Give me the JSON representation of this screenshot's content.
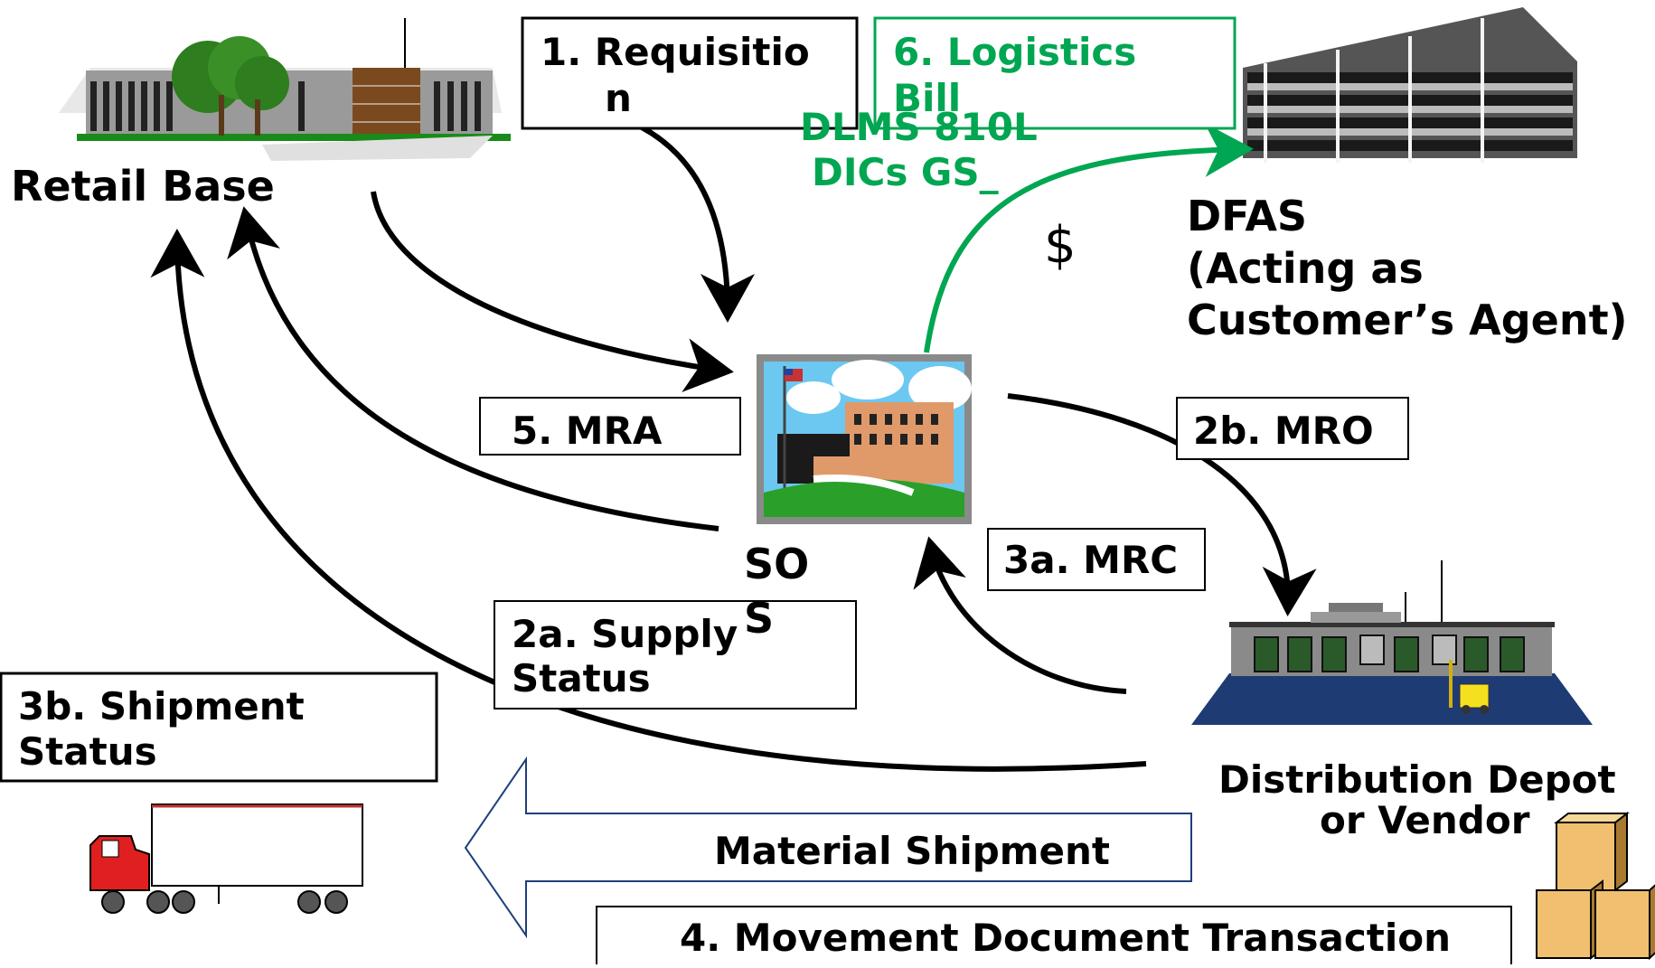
{
  "nodes": {
    "retail_base": "Retail Base",
    "dfas": [
      "DFAS",
      "(Acting as",
      "Customer’s Agent)"
    ],
    "sos": [
      "SO",
      "S"
    ],
    "depot": [
      "Distribution Depot",
      "or Vendor"
    ]
  },
  "steps": {
    "requisition": [
      "1.  Requisitio",
      "n"
    ],
    "logistics_bill": [
      "6. Logistics",
      "Bill"
    ],
    "dlms": [
      "DLMS  810L",
      "DICs GS_"
    ],
    "dollar": "$",
    "mra": "5.  MRA",
    "mro": "2b. MRO",
    "mrc": "3a. MRC",
    "supply_status": [
      "2a. Supply",
      "Status"
    ],
    "shipment_status": [
      "3b. Shipment",
      "Status"
    ],
    "material_shipment": "Material Shipment",
    "movement_doc": "4. Movement Document Transaction"
  },
  "colors": {
    "green": "#00a651",
    "arrow_outline": "#1f3f7a",
    "depot_floor": "#1f3b73",
    "box": "#f0c070"
  }
}
